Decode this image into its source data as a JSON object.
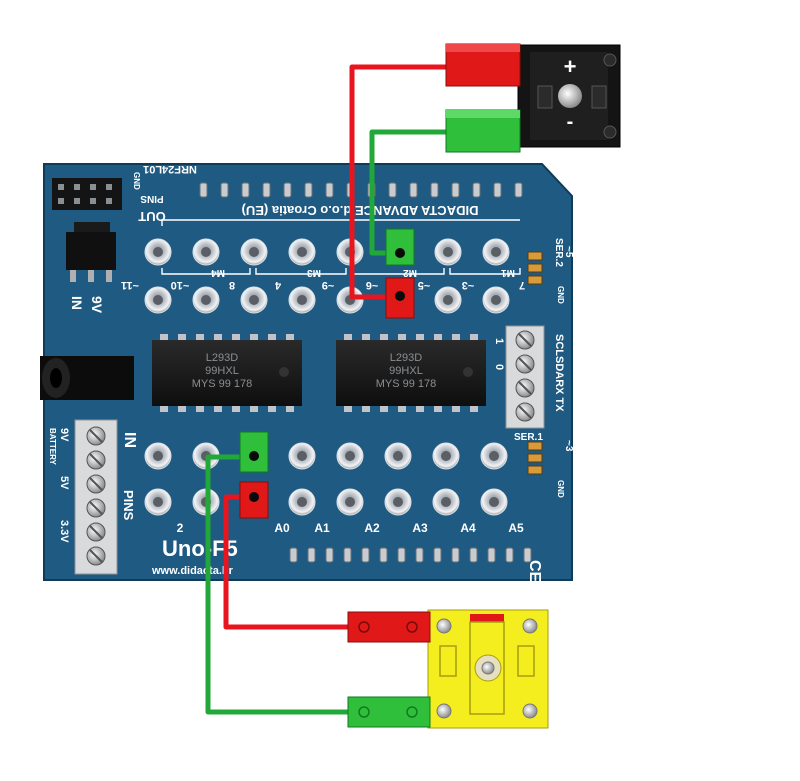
{
  "board": {
    "brand": "DIDACTA ADVANCE d.o.o Croatia (EU)",
    "model": "Uno-F5",
    "website": "www.didacta.hr",
    "nrf_label": "NRF24L01",
    "gnd_small": "GND",
    "pins_label": "PINS",
    "out_label": "OUT",
    "in_label": "IN",
    "pins_vertical": "PINS",
    "vin_label": "9V",
    "in_small": "IN",
    "battery_label": "BATTERY",
    "v9": "9V",
    "v5": "5V",
    "v33": "3.3V",
    "ser2": "SER.2",
    "ser1": "SER.1",
    "tilde5": "~5",
    "tilde3": "~3",
    "gnd_ser2": "GND",
    "gnd_ser1": "GND",
    "sda_rx_tx": "SCLSDARX TX",
    "num0": "0",
    "num1": "1",
    "ce": "CE"
  },
  "chips": [
    {
      "line1": "L293D",
      "line2": "99HXL",
      "line3": "MYS  99 178"
    },
    {
      "line1": "L293D",
      "line2": "99HXL",
      "line3": "MYS  99 178"
    }
  ],
  "motor_labels": [
    "M4",
    "M3",
    "M2",
    "M1"
  ],
  "out_pin_labels": [
    "~11",
    "~10",
    "8",
    "4",
    "~9",
    "~6",
    "~5",
    "~3",
    "7"
  ],
  "analog_labels": [
    "2",
    "A0",
    "A1",
    "A2",
    "A3",
    "A4",
    "A5"
  ],
  "motor_module": {
    "plus": "+",
    "minus": "-"
  },
  "colors": {
    "board": "#1e5a82",
    "wire_red": "#e8141e",
    "wire_green": "#21a838",
    "connector_red": "#e01818",
    "connector_green": "#2fbf3a",
    "module_yellow": "#f5ee1e"
  }
}
